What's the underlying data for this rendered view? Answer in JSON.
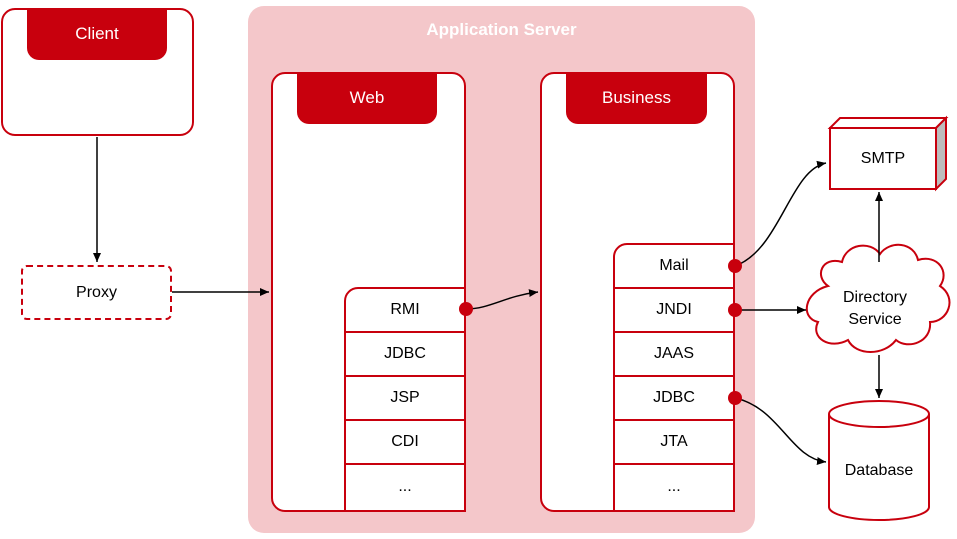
{
  "client": {
    "title": "Client"
  },
  "proxy": {
    "label": "Proxy"
  },
  "app_server": {
    "title": "Application Server",
    "web": {
      "title": "Web",
      "items": [
        "RMI",
        "JDBC",
        "JSP",
        "CDI",
        "..."
      ]
    },
    "business": {
      "title": "Business",
      "items": [
        "Mail",
        "JNDI",
        "JAAS",
        "JDBC",
        "JTA",
        "..."
      ]
    }
  },
  "smtp": {
    "label": "SMTP"
  },
  "directory": {
    "line1": "Directory",
    "line2": "Service"
  },
  "database": {
    "label": "Database"
  },
  "colors": {
    "accent": "#c8000d",
    "server_bg": "#f4c7ca",
    "cube_side": "#bdbdbd"
  }
}
